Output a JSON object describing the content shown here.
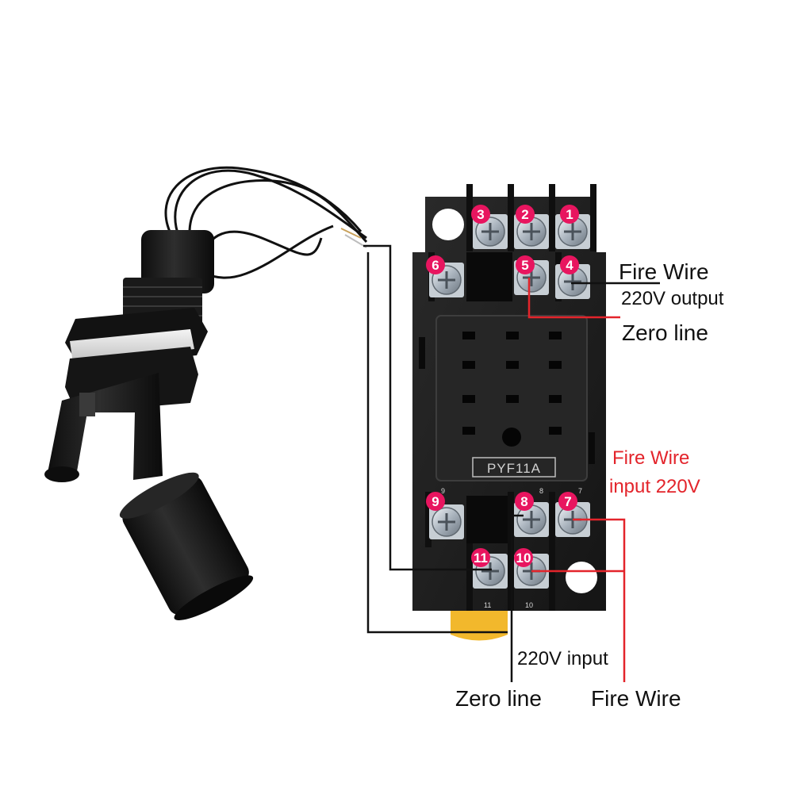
{
  "socket": {
    "model": "PYF11A",
    "top_marks": [
      "9",
      "8",
      "7"
    ],
    "bottom_marks": [
      "11",
      "10"
    ]
  },
  "terminals": [
    {
      "id": "1",
      "label": "1"
    },
    {
      "id": "2",
      "label": "2"
    },
    {
      "id": "3",
      "label": "3"
    },
    {
      "id": "4",
      "label": "4"
    },
    {
      "id": "5",
      "label": "5"
    },
    {
      "id": "6",
      "label": "6"
    },
    {
      "id": "7",
      "label": "7"
    },
    {
      "id": "8",
      "label": "8"
    },
    {
      "id": "9",
      "label": "9"
    },
    {
      "id": "10",
      "label": "10"
    },
    {
      "id": "11",
      "label": "11"
    }
  ],
  "labels": {
    "output_fire_wire": "Fire  Wire",
    "output_voltage": "220V output",
    "output_zero_line": "Zero line",
    "input_fire_wire": "Fire  Wire",
    "input_voltage": "input 220V",
    "bottom_voltage": "220V input",
    "bottom_zero_line": "Zero line",
    "bottom_fire_wire": "Fire  Wire"
  },
  "colors": {
    "badge": "#e8155f",
    "red_wire": "#e3242b",
    "black_wire": "#111111"
  },
  "icons": {
    "float_switch": "float-level-switch-icon",
    "screw": "terminal-screw-icon"
  }
}
